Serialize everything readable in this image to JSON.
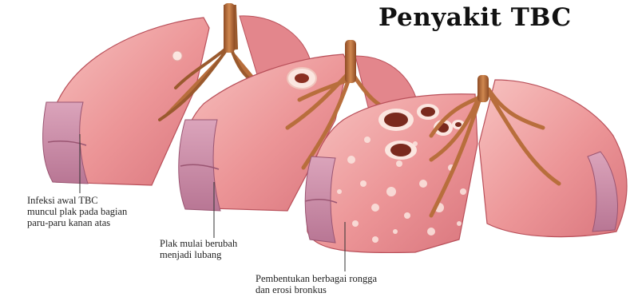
{
  "title": "Penyakit TBC",
  "stages": [
    {
      "lines": [
        "Infeksi awal TBC",
        "muncul plak pada bagian",
        "paru-paru kanan atas"
      ]
    },
    {
      "lines": [
        "Plak mulai berubah",
        "menjadi lubang"
      ]
    },
    {
      "lines": [
        "Pembentukan berbagai rongga",
        "dan erosi bronkus"
      ]
    }
  ],
  "colors": {
    "lung_fill": "#eb8f93",
    "lung_light": "#f6b7b6",
    "lung_edge": "#b9505a",
    "cut_face": "#c68aa6",
    "bronchus": "#b86e3c",
    "cavity": "#7a2a1e",
    "plaque": "#fbe6e0"
  }
}
